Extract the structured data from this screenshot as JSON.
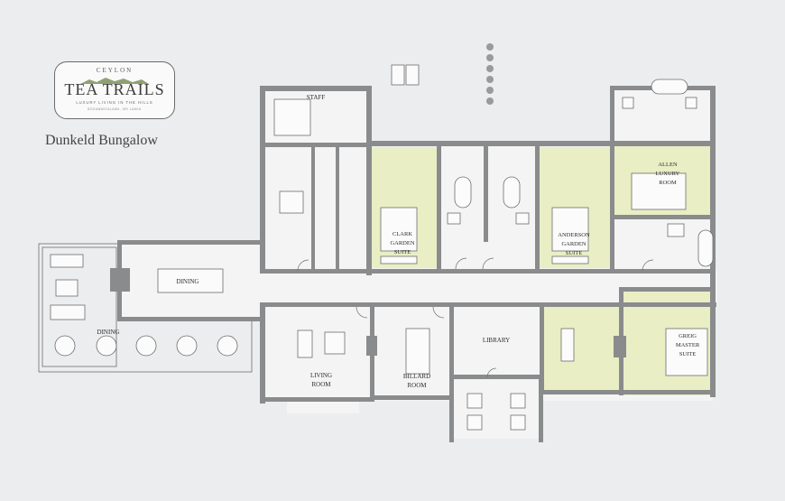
{
  "brand": {
    "top": "CEYLON",
    "name": "TEA TRAILS",
    "tagline": "LUXURY LIVING IN THE HILLS",
    "subline": "BOGAWANTALAWA, SRI LANKA"
  },
  "title": "Dunkeld Bungalow",
  "rooms": {
    "staff": "STAFF",
    "dining_room": "DINING",
    "dining_terrace": "DINING",
    "living": [
      "LIVING",
      "ROOM"
    ],
    "billiard": [
      "BILLARD",
      "ROOM"
    ],
    "library": "LIBRARY",
    "clark": [
      "CLARK",
      "GARDEN",
      "SUITE"
    ],
    "anderson": [
      "ANDERSON",
      "GARDEN",
      "SUITE"
    ],
    "allen": [
      "ALLEN",
      "LUXURY",
      "ROOM"
    ],
    "greig": [
      "GREIG",
      "MASTER",
      "SUITE"
    ]
  },
  "colors": {
    "suite_fill": "#e9eec4",
    "wall": "#8a8b8d",
    "background": "#ecedee"
  }
}
